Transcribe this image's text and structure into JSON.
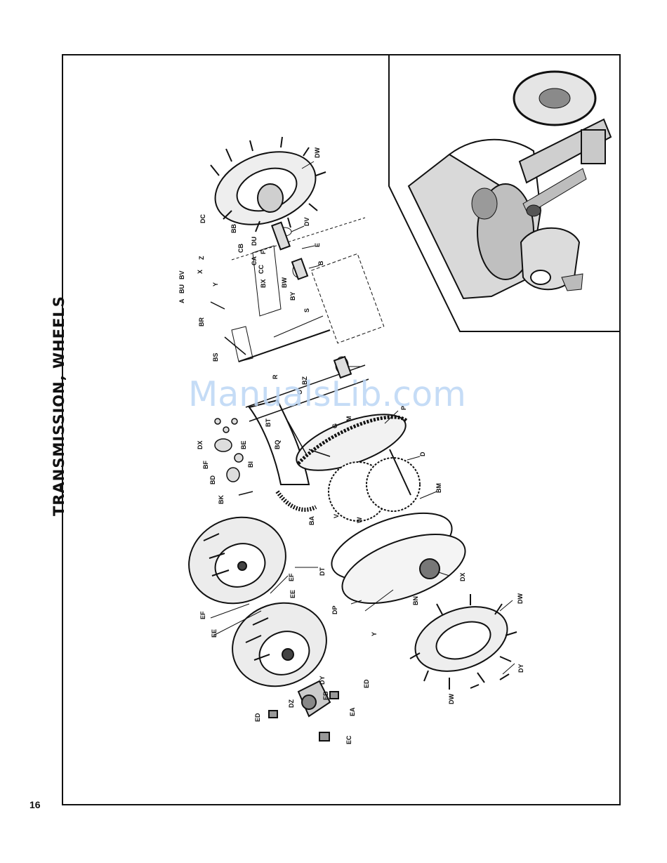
{
  "title": "TRANSMISSION, WHEELS",
  "page_number": "16",
  "watermark": "ManualsLib.com",
  "colors": {
    "ink": "#111111",
    "paper": "#ffffff",
    "watermark": "#bcd6f5"
  },
  "part_labels": [
    "DW",
    "DV",
    "E",
    "B",
    "DC",
    "BB",
    "DU",
    "F",
    "Z",
    "CB",
    "X",
    "CA",
    "CC",
    "A",
    "BU",
    "BV",
    "Y",
    "BX",
    "BW",
    "BY",
    "S",
    "BR",
    "BS",
    "BZ",
    "R",
    "O",
    "BT",
    "BQ",
    "DX",
    "BE",
    "BF",
    "BI",
    "BD",
    "BK",
    "P",
    "M",
    "G",
    "D",
    "BM",
    "BA",
    "V",
    "W",
    "DT",
    "EF",
    "EE",
    "DP",
    "BN",
    "Y",
    "DX",
    "DW",
    "DY",
    "DW",
    "DY",
    "EB",
    "ED",
    "DZ",
    "EA",
    "ED",
    "EC",
    "EE",
    "EF"
  ]
}
